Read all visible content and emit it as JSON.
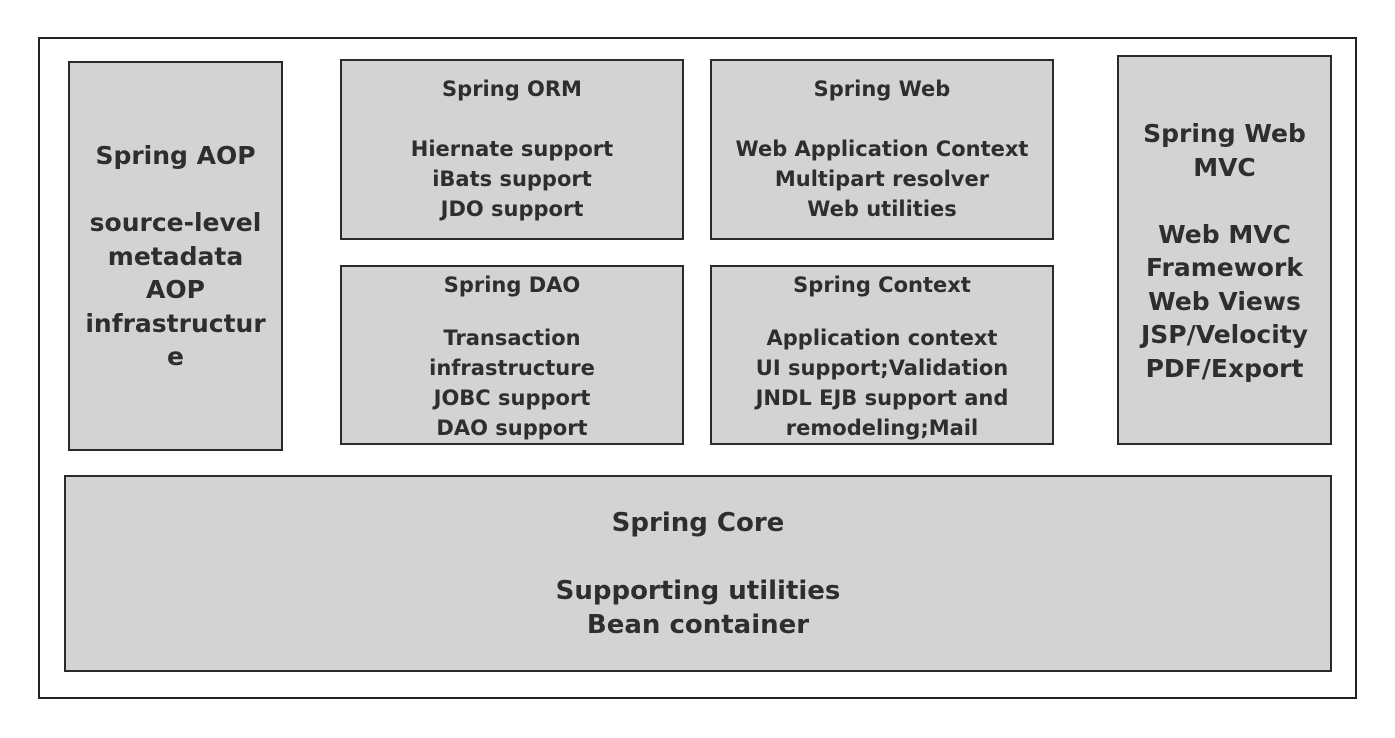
{
  "diagram": {
    "aop": {
      "title": "Spring AOP",
      "lines": [
        "source-level",
        "metadata",
        "AOP",
        "infrastructur",
        "e"
      ]
    },
    "orm": {
      "title": "Spring ORM",
      "lines": [
        "Hiernate support",
        "iBats support",
        "JDO support"
      ]
    },
    "web": {
      "title": "Spring Web",
      "lines": [
        "Web Application Context",
        "Multipart resolver",
        "Web utilities"
      ]
    },
    "dao": {
      "title": "Spring DAO",
      "lines": [
        "Transaction",
        "infrastructure",
        "JOBC support",
        "DAO support"
      ]
    },
    "context": {
      "title": "Spring Context",
      "lines": [
        "Application context",
        "UI support;Validation",
        "JNDL EJB support and",
        "remodeling;Mail"
      ]
    },
    "mvc": {
      "title_lines": [
        "Spring Web",
        "MVC"
      ],
      "lines": [
        "Web MVC",
        "Framework",
        "Web Views",
        "JSP/Velocity",
        "PDF/Export"
      ]
    },
    "core": {
      "title": "Spring Core",
      "lines": [
        "Supporting utilities",
        "Bean container"
      ]
    },
    "colors": {
      "box_fill": "#d3d3d3",
      "border": "#2a2a2a",
      "text": "#2e2e2e"
    }
  }
}
